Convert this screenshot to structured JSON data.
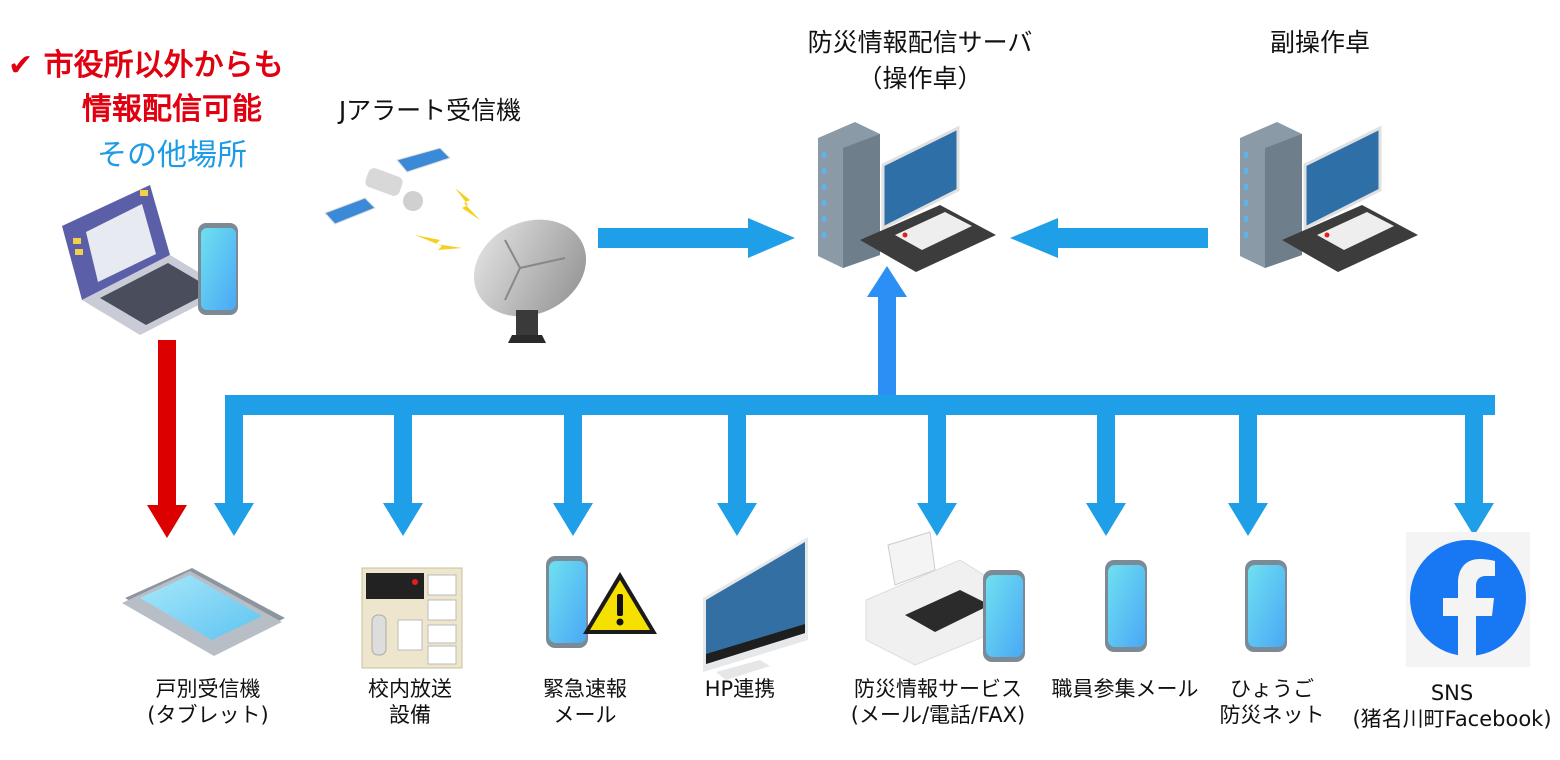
{
  "callout": {
    "check_icon": "check-mark",
    "line1": "市役所以外からも",
    "line2": "情報配信可能",
    "location": "その他場所"
  },
  "sources": {
    "jalert": {
      "label": "Jアラート受信機",
      "icon": "satellite-dish-icon"
    },
    "server": {
      "label_line1": "防災情報配信サーバ",
      "label_line2": "（操作卓）",
      "icon": "server-console-icon"
    },
    "sub_console": {
      "label": "副操作卓",
      "icon": "server-console-icon"
    },
    "remote": {
      "icon": "laptop-smartphone-icon"
    }
  },
  "outputs": [
    {
      "id": "tablet",
      "line1": "戸別受信機",
      "line2": "(タブレット)",
      "icon": "tablet-icon"
    },
    {
      "id": "school",
      "line1": "校内放送",
      "line2": "設備",
      "icon": "broadcast-panel-icon"
    },
    {
      "id": "emergency",
      "line1": "緊急速報",
      "line2": "メール",
      "icon": "phone-warning-icon"
    },
    {
      "id": "hp",
      "line1": "HP連携",
      "line2": "",
      "icon": "monitor-icon"
    },
    {
      "id": "bosai-service",
      "line1": "防災情報サービス",
      "line2": "(メール/電話/FAX)",
      "icon": "printer-phone-icon"
    },
    {
      "id": "staff-mail",
      "line1": "職員参集メール",
      "line2": "",
      "icon": "smartphone-icon"
    },
    {
      "id": "hyogo",
      "line1": "ひょうご",
      "line2": "防災ネット",
      "icon": "smartphone-icon"
    },
    {
      "id": "sns",
      "line1": "SNS",
      "line2": "(猪名川町Facebook)",
      "icon": "facebook-icon"
    }
  ],
  "colors": {
    "flow_blue": "#1e9fe8",
    "up_blue": "#2b8ff5",
    "remote_red": "#dc0000",
    "facebook_blue": "#1877f2"
  }
}
